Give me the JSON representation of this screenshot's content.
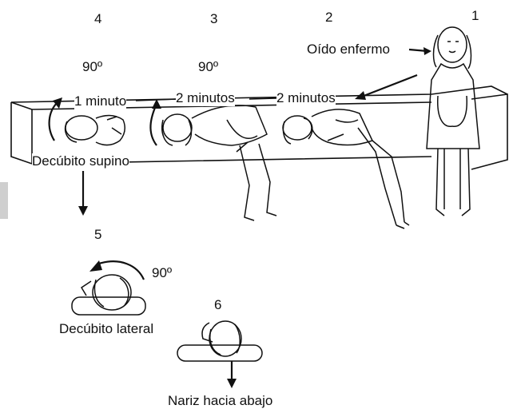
{
  "steps": [
    {
      "number": "1"
    },
    {
      "number": "2"
    },
    {
      "number": "3"
    },
    {
      "number": "4"
    },
    {
      "number": "5"
    },
    {
      "number": "6"
    }
  ],
  "labels": {
    "sick_ear": "Oído enfermo",
    "duration_step2": "2 minutos",
    "duration_step3": "2 minutos",
    "duration_step4": "1 minuto",
    "angle_step3": "90º",
    "angle_step4": "90º",
    "angle_step5": "90º",
    "supine": "Decúbito supino",
    "lateral": "Decúbito lateral",
    "nose_down": "Nariz hacia abajo"
  },
  "icons": [
    "table-plank",
    "standing-patient-figure",
    "bent-over-figure",
    "rotating-figure",
    "lying-figure",
    "head-on-pillow-figure",
    "curved-rotation-arrow",
    "pointer-arrow"
  ]
}
